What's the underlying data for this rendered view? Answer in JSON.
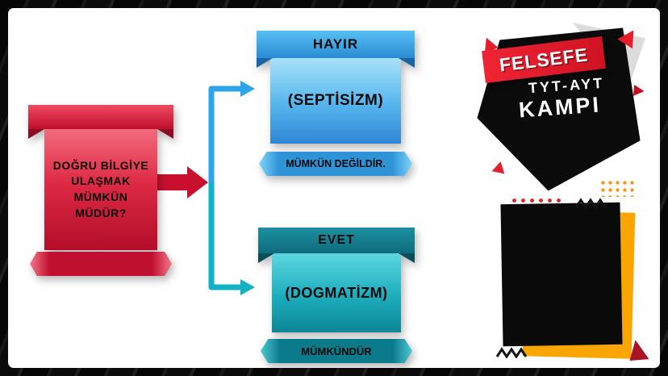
{
  "question": {
    "lines": [
      "DOĞRU BİLGİYE",
      "ULAŞMAK",
      "MÜMKÜN",
      "MÜDÜR?"
    ]
  },
  "no_branch": {
    "header": "HAYIR",
    "body": "(SEPTİSİZM)",
    "footer": "MÜMKÜN DEĞİLDİR."
  },
  "yes_branch": {
    "header": "EVET",
    "body": "(DOGMATİZM)",
    "footer": "MÜMKÜNDÜR"
  },
  "logo": {
    "brand": "FELSEFE",
    "exam": "TYT-AYT",
    "camp": "KAMPI"
  },
  "colors": {
    "question_red": "#c8102e",
    "no_blue": "#3aa0e8",
    "yes_teal": "#10aebc",
    "accent_yellow": "#f9a602",
    "logo_red": "#e51e2e",
    "frame_black": "#0b0b0b"
  }
}
